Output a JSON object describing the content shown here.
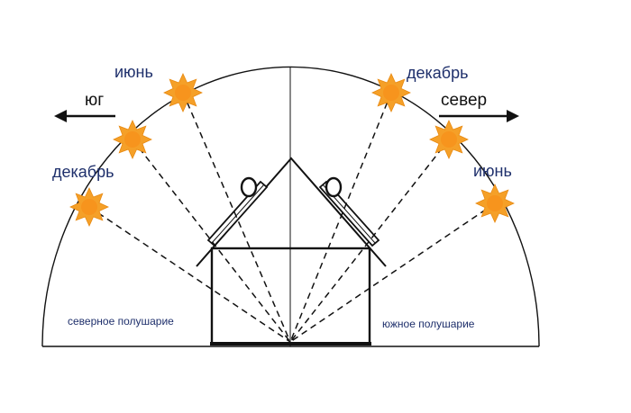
{
  "labels": {
    "june_left": "июнь",
    "december_left": "декабрь",
    "south": "юг",
    "december_right": "декабрь",
    "north": "север",
    "june_right": "июнь",
    "northern_hemisphere": "северное полушарие",
    "southern_hemisphere": "южное полушарие"
  },
  "colors": {
    "sun": "#f5a028",
    "sun_core": "#f7941d",
    "line": "#111111",
    "label": "#1e2f6b"
  },
  "icons": {
    "sun": "sun-icon",
    "collector": "solar-collector-icon"
  }
}
